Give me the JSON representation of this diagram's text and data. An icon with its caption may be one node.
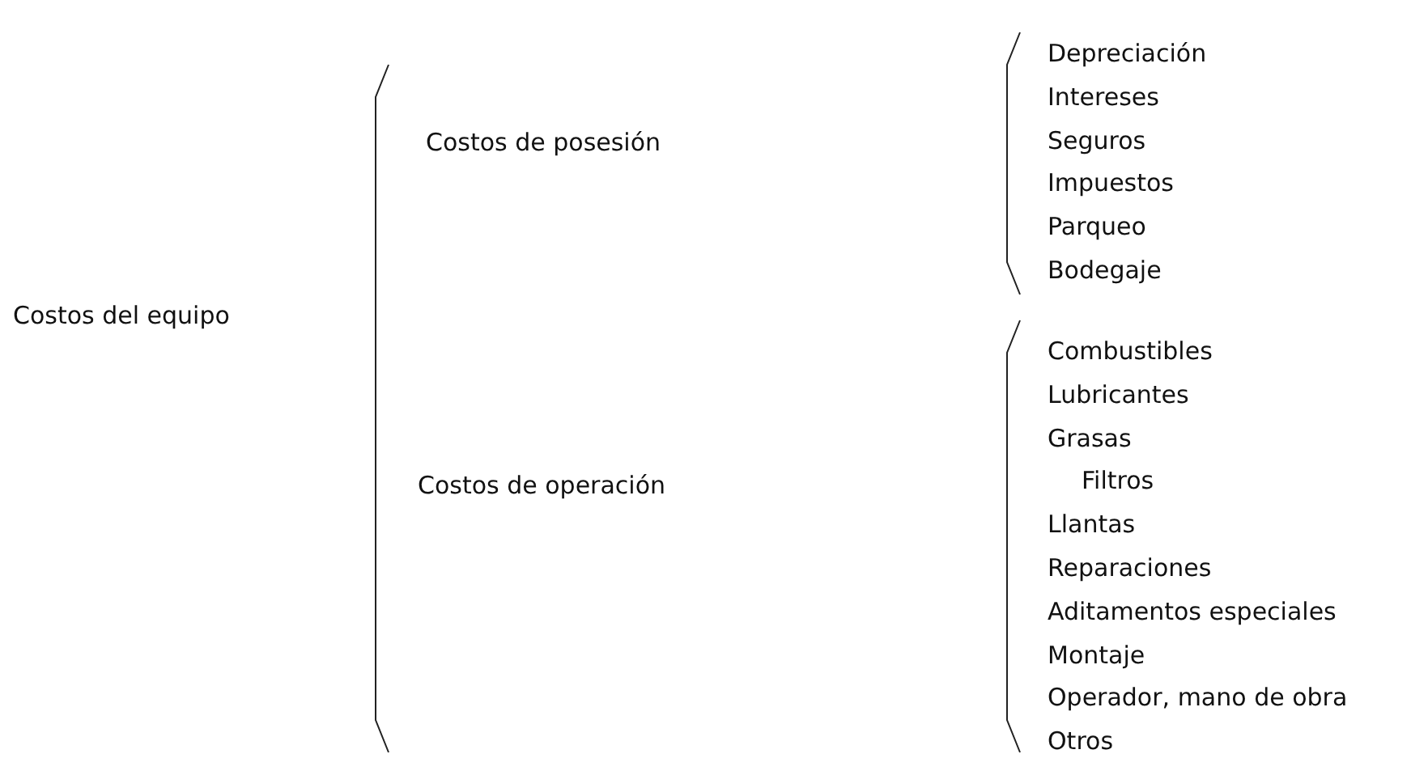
{
  "diagram": {
    "labels": [
      "Costos del equipo",
      "Costos de posesión",
      "Depreciación",
      "Intereses",
      "Seguros",
      "Impuestos",
      "Parqueo",
      "Bodegaje",
      "Costos de operación",
      "Combustibles",
      "Lubricantes",
      "Grasas",
      "Filtros",
      "Llantas",
      "Reparaciones",
      "Aditamentos especiales",
      "Montaje",
      "Operador, mano de obra",
      "Otros"
    ]
  }
}
